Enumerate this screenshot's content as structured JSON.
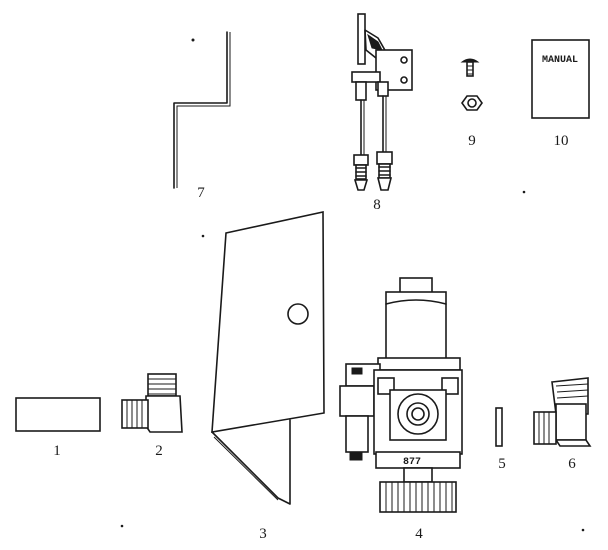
{
  "parts": [
    {
      "number": "1"
    },
    {
      "number": "2"
    },
    {
      "number": "3"
    },
    {
      "number": "4"
    },
    {
      "number": "5"
    },
    {
      "number": "6"
    },
    {
      "number": "7"
    },
    {
      "number": "8"
    },
    {
      "number": "9"
    },
    {
      "number": "10",
      "cover_text": "MANUAL"
    }
  ],
  "valve_stamp": "877",
  "colors": {
    "ink": "#1a1a1a",
    "paper": "#ffffff"
  }
}
